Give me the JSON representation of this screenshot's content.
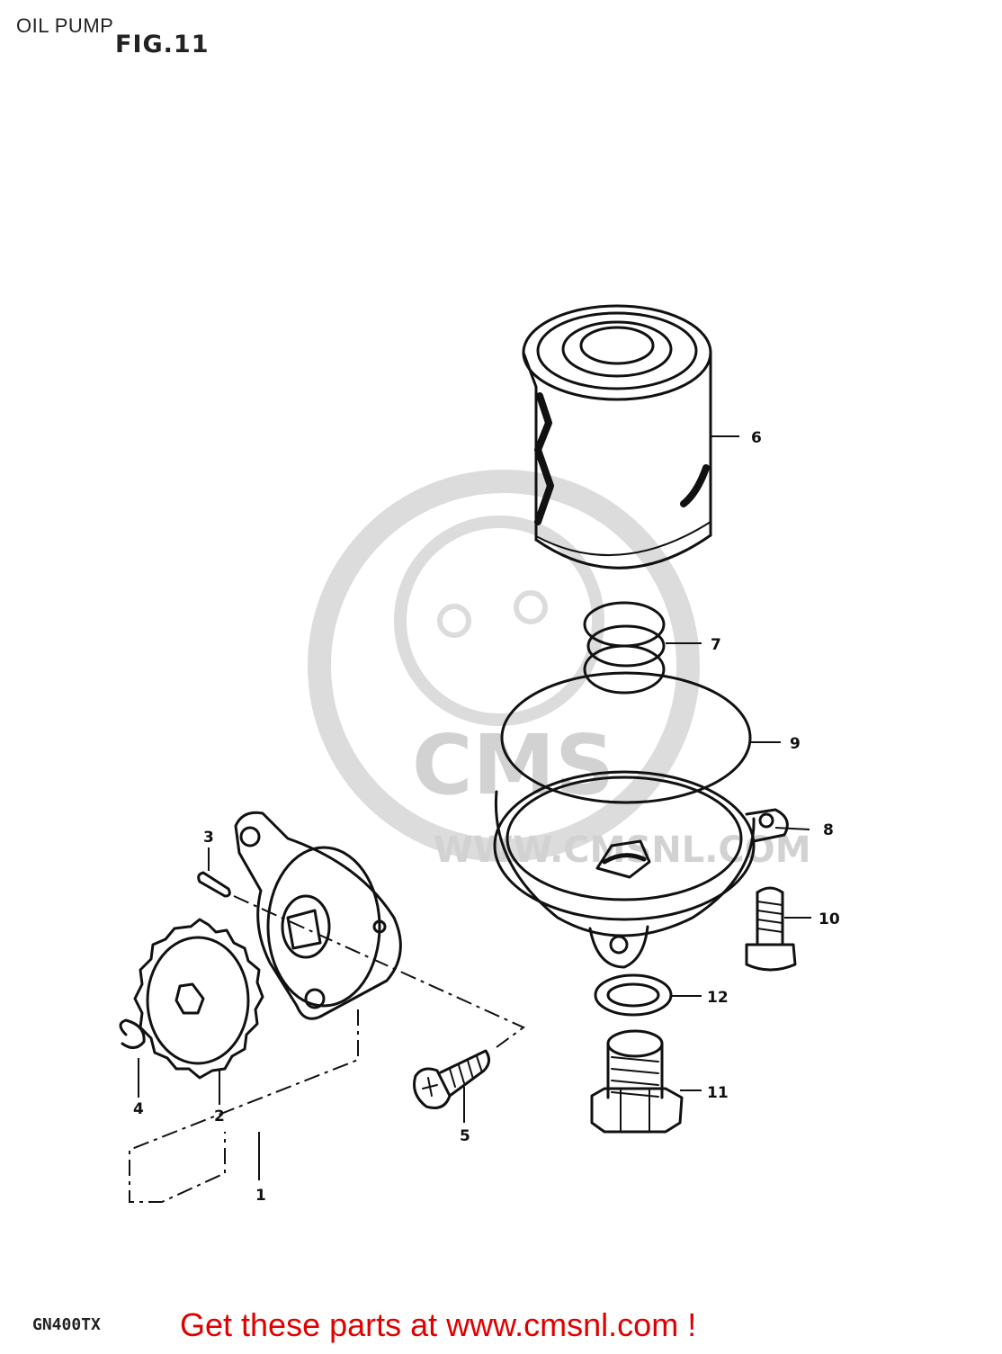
{
  "header": {
    "title": "OIL PUMP",
    "figure": "FIG.11"
  },
  "footer": {
    "model": "GN400TX",
    "cta": "Get these parts at www.cmsnl.com !"
  },
  "watermark": {
    "logo": "CMS",
    "url": "WWW.CMSNL.COM"
  },
  "callouts": [
    {
      "id": "1",
      "part": "oil-pump-assembly"
    },
    {
      "id": "2",
      "part": "oil-pump-gear"
    },
    {
      "id": "3",
      "part": "pin"
    },
    {
      "id": "4",
      "part": "circlip"
    },
    {
      "id": "5",
      "part": "screw"
    },
    {
      "id": "6",
      "part": "oil-filter"
    },
    {
      "id": "7",
      "part": "spring"
    },
    {
      "id": "8",
      "part": "filter-cap"
    },
    {
      "id": "9",
      "part": "o-ring"
    },
    {
      "id": "10",
      "part": "bolt"
    },
    {
      "id": "11",
      "part": "drain-plug"
    },
    {
      "id": "12",
      "part": "gasket"
    }
  ],
  "colors": {
    "line": "#111111",
    "cta": "#e00000",
    "watermark": "#d2d2d2"
  }
}
